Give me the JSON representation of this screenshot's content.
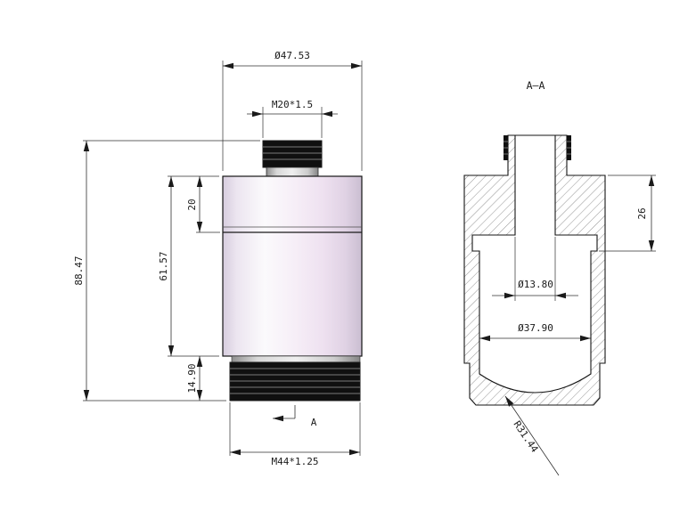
{
  "front_view": {
    "dim_top_diameter": "Ø47.53",
    "dim_top_thread": "M20*1.5",
    "dim_step_height": "20",
    "dim_body_height": "61.57",
    "dim_total_height": "88.47",
    "dim_bottom_thread_length": "14.90",
    "dim_bottom_thread": "M44*1.25",
    "section_label": "A"
  },
  "section_view": {
    "title": "A—A",
    "dim_counterbore_depth": "26",
    "dim_small_bore": "Ø13.80",
    "dim_large_bore": "Ø37.90",
    "dim_bottom_radius": "R31.44"
  },
  "colors": {
    "line": "#1a1a1a",
    "body_tint": "#ece2f0",
    "thread": "#101010",
    "hatch": "#666666"
  }
}
